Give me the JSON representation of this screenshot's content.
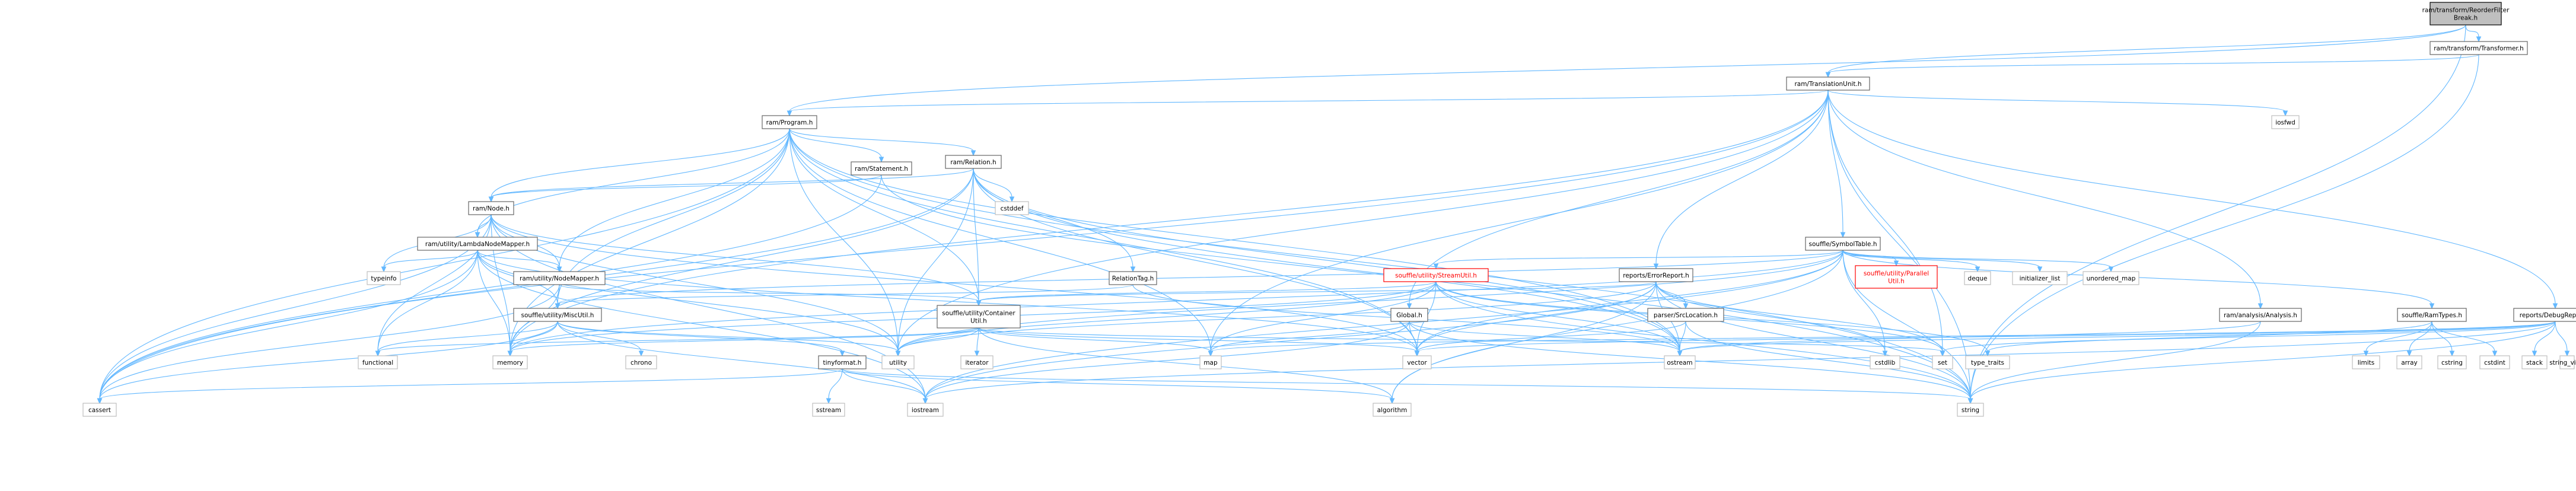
{
  "diagram_title": "",
  "colors": {
    "edge": "#63b8ff",
    "root_fill": "#bfbfbf",
    "documented_border": "#666666",
    "system_border": "#bfbfbf",
    "highlight_text": "#ff0000"
  },
  "nodes": [
    {
      "id": "root",
      "lines": [
        "ram/transform/ReorderFilter",
        "Break.h"
      ],
      "kind": "root"
    },
    {
      "id": "transformer",
      "lines": [
        "ram/transform/Transformer.h"
      ],
      "kind": "doc"
    },
    {
      "id": "tu",
      "lines": [
        "ram/TranslationUnit.h"
      ],
      "kind": "doc"
    },
    {
      "id": "program",
      "lines": [
        "ram/Program.h"
      ],
      "kind": "doc"
    },
    {
      "id": "iosfwd",
      "lines": [
        "iosfwd"
      ],
      "kind": "sys"
    },
    {
      "id": "statement",
      "lines": [
        "ram/Statement.h"
      ],
      "kind": "doc"
    },
    {
      "id": "relation",
      "lines": [
        "ram/Relation.h"
      ],
      "kind": "doc"
    },
    {
      "id": "node",
      "lines": [
        "ram/Node.h"
      ],
      "kind": "doc"
    },
    {
      "id": "cstddef",
      "lines": [
        "cstddef"
      ],
      "kind": "sys"
    },
    {
      "id": "lambdamapper",
      "lines": [
        "ram/utility/LambdaNodeMapper.h"
      ],
      "kind": "doc"
    },
    {
      "id": "symboltable",
      "lines": [
        "souffle/SymbolTable.h"
      ],
      "kind": "doc"
    },
    {
      "id": "typeinfo",
      "lines": [
        "typeinfo"
      ],
      "kind": "sys"
    },
    {
      "id": "nodemapper",
      "lines": [
        "ram/utility/NodeMapper.h"
      ],
      "kind": "doc"
    },
    {
      "id": "relationtag",
      "lines": [
        "RelationTag.h"
      ],
      "kind": "doc"
    },
    {
      "id": "streamutil",
      "lines": [
        "souffle/utility/StreamUtil.h"
      ],
      "kind": "red"
    },
    {
      "id": "errorreport",
      "lines": [
        "reports/ErrorReport.h"
      ],
      "kind": "doc"
    },
    {
      "id": "parallelutil",
      "lines": [
        "souffle/utility/Parallel",
        "Util.h"
      ],
      "kind": "red"
    },
    {
      "id": "deque",
      "lines": [
        "deque"
      ],
      "kind": "sys"
    },
    {
      "id": "initlist",
      "lines": [
        "initializer_list"
      ],
      "kind": "sys"
    },
    {
      "id": "unordmap",
      "lines": [
        "unordered_map"
      ],
      "kind": "sys"
    },
    {
      "id": "miscutil",
      "lines": [
        "souffle/utility/MiscUtil.h"
      ],
      "kind": "doc"
    },
    {
      "id": "containerutil",
      "lines": [
        "souffle/utility/Container",
        "Util.h"
      ],
      "kind": "doc"
    },
    {
      "id": "global",
      "lines": [
        "Global.h"
      ],
      "kind": "doc"
    },
    {
      "id": "srclocation",
      "lines": [
        "parser/SrcLocation.h"
      ],
      "kind": "doc"
    },
    {
      "id": "analysis",
      "lines": [
        "ram/analysis/Analysis.h"
      ],
      "kind": "doc"
    },
    {
      "id": "ramtypes",
      "lines": [
        "souffle/RamTypes.h"
      ],
      "kind": "doc"
    },
    {
      "id": "debugreport",
      "lines": [
        "reports/DebugReport.h"
      ],
      "kind": "doc"
    },
    {
      "id": "tinyformat",
      "lines": [
        "tinyformat.h"
      ],
      "kind": "doc"
    },
    {
      "id": "chrono",
      "lines": [
        "chrono"
      ],
      "kind": "sys"
    },
    {
      "id": "functional",
      "lines": [
        "functional"
      ],
      "kind": "sys"
    },
    {
      "id": "memory",
      "lines": [
        "memory"
      ],
      "kind": "sys"
    },
    {
      "id": "utility",
      "lines": [
        "utility"
      ],
      "kind": "sys"
    },
    {
      "id": "iterator",
      "lines": [
        "iterator"
      ],
      "kind": "sys"
    },
    {
      "id": "map",
      "lines": [
        "map"
      ],
      "kind": "sys"
    },
    {
      "id": "vector",
      "lines": [
        "vector"
      ],
      "kind": "sys"
    },
    {
      "id": "ostream",
      "lines": [
        "ostream"
      ],
      "kind": "sys"
    },
    {
      "id": "cstdlib",
      "lines": [
        "cstdlib"
      ],
      "kind": "sys"
    },
    {
      "id": "set",
      "lines": [
        "set"
      ],
      "kind": "sys"
    },
    {
      "id": "type_traits",
      "lines": [
        "type_traits"
      ],
      "kind": "sys"
    },
    {
      "id": "limits",
      "lines": [
        "limits"
      ],
      "kind": "sys"
    },
    {
      "id": "array",
      "lines": [
        "array"
      ],
      "kind": "sys"
    },
    {
      "id": "cstring",
      "lines": [
        "cstring"
      ],
      "kind": "sys"
    },
    {
      "id": "cstdint",
      "lines": [
        "cstdint"
      ],
      "kind": "sys"
    },
    {
      "id": "stack",
      "lines": [
        "stack"
      ],
      "kind": "sys"
    },
    {
      "id": "string_view",
      "lines": [
        "string_view"
      ],
      "kind": "sys"
    },
    {
      "id": "cassert",
      "lines": [
        "cassert"
      ],
      "kind": "sys"
    },
    {
      "id": "sstream",
      "lines": [
        "sstream"
      ],
      "kind": "sys"
    },
    {
      "id": "iostream",
      "lines": [
        "iostream"
      ],
      "kind": "sys"
    },
    {
      "id": "algorithm",
      "lines": [
        "algorithm"
      ],
      "kind": "sys"
    },
    {
      "id": "string",
      "lines": [
        "string"
      ],
      "kind": "sys"
    }
  ],
  "edges": [
    [
      "root",
      "transformer"
    ],
    [
      "root",
      "tu"
    ],
    [
      "root",
      "program"
    ],
    [
      "root",
      "string"
    ],
    [
      "transformer",
      "tu"
    ],
    [
      "transformer",
      "string"
    ],
    [
      "tu",
      "program"
    ],
    [
      "tu",
      "iosfwd"
    ],
    [
      "tu",
      "symboltable"
    ],
    [
      "tu",
      "errorreport"
    ],
    [
      "tu",
      "global"
    ],
    [
      "tu",
      "analysis"
    ],
    [
      "tu",
      "debugreport"
    ],
    [
      "tu",
      "memory"
    ],
    [
      "tu",
      "utility"
    ],
    [
      "tu",
      "map"
    ],
    [
      "tu",
      "set"
    ],
    [
      "tu",
      "string"
    ],
    [
      "tu",
      "cassert"
    ],
    [
      "program",
      "statement"
    ],
    [
      "program",
      "relation"
    ],
    [
      "program",
      "node"
    ],
    [
      "program",
      "lambdamapper"
    ],
    [
      "program",
      "nodemapper"
    ],
    [
      "program",
      "miscutil"
    ],
    [
      "program",
      "containerutil"
    ],
    [
      "program",
      "memory"
    ],
    [
      "program",
      "utility"
    ],
    [
      "program",
      "map"
    ],
    [
      "program",
      "vector"
    ],
    [
      "program",
      "ostream"
    ],
    [
      "program",
      "string"
    ],
    [
      "program",
      "cassert"
    ],
    [
      "statement",
      "node"
    ],
    [
      "statement",
      "cassert"
    ],
    [
      "statement",
      "ostream"
    ],
    [
      "relation",
      "node"
    ],
    [
      "relation",
      "relationtag"
    ],
    [
      "relation",
      "containerutil"
    ],
    [
      "relation",
      "cstddef"
    ],
    [
      "relation",
      "memory"
    ],
    [
      "relation",
      "utility"
    ],
    [
      "relation",
      "vector"
    ],
    [
      "relation",
      "ostream"
    ],
    [
      "relation",
      "string"
    ],
    [
      "relation",
      "cassert"
    ],
    [
      "node",
      "lambdamapper"
    ],
    [
      "node",
      "nodemapper"
    ],
    [
      "node",
      "containerutil"
    ],
    [
      "node",
      "typeinfo"
    ],
    [
      "node",
      "functional"
    ],
    [
      "node",
      "memory"
    ],
    [
      "node",
      "utility"
    ],
    [
      "node",
      "vector"
    ],
    [
      "node",
      "iostream"
    ],
    [
      "node",
      "cassert"
    ],
    [
      "lambdamapper",
      "nodemapper"
    ],
    [
      "lambdamapper",
      "miscutil"
    ],
    [
      "lambdamapper",
      "typeinfo"
    ],
    [
      "lambdamapper",
      "functional"
    ],
    [
      "lambdamapper",
      "memory"
    ],
    [
      "lambdamapper",
      "utility"
    ],
    [
      "lambdamapper",
      "vector"
    ],
    [
      "lambdamapper",
      "iostream"
    ],
    [
      "lambdamapper",
      "cassert"
    ],
    [
      "nodemapper",
      "miscutil"
    ],
    [
      "nodemapper",
      "containerutil"
    ],
    [
      "nodemapper",
      "memory"
    ],
    [
      "nodemapper",
      "cassert"
    ],
    [
      "relationtag",
      "miscutil"
    ],
    [
      "relationtag",
      "ostream"
    ],
    [
      "symboltable",
      "miscutil"
    ],
    [
      "symboltable",
      "parallelutil"
    ],
    [
      "symboltable",
      "ramtypes"
    ],
    [
      "symboltable",
      "streamutil"
    ],
    [
      "symboltable",
      "deque"
    ],
    [
      "symboltable",
      "initlist"
    ],
    [
      "symboltable",
      "unordmap"
    ],
    [
      "symboltable",
      "memory"
    ],
    [
      "symboltable",
      "vector"
    ],
    [
      "symboltable",
      "iostream"
    ],
    [
      "symboltable",
      "string"
    ],
    [
      "symboltable",
      "algorithm"
    ],
    [
      "symboltable",
      "cstdlib"
    ],
    [
      "symboltable",
      "utility"
    ],
    [
      "streamutil",
      "containerutil"
    ],
    [
      "streamutil",
      "map"
    ],
    [
      "streamutil",
      "memory"
    ],
    [
      "streamutil",
      "ostream"
    ],
    [
      "streamutil",
      "set"
    ],
    [
      "streamutil",
      "string"
    ],
    [
      "streamutil",
      "type_traits"
    ],
    [
      "streamutil",
      "utility"
    ],
    [
      "streamutil",
      "vector"
    ],
    [
      "errorreport",
      "srclocation"
    ],
    [
      "errorreport",
      "containerutil"
    ],
    [
      "errorreport",
      "algorithm"
    ],
    [
      "errorreport",
      "cstdlib"
    ],
    [
      "errorreport",
      "iostream"
    ],
    [
      "errorreport",
      "ostream"
    ],
    [
      "errorreport",
      "set"
    ],
    [
      "errorreport",
      "string"
    ],
    [
      "errorreport",
      "utility"
    ],
    [
      "errorreport",
      "vector"
    ],
    [
      "miscutil",
      "tinyformat"
    ],
    [
      "miscutil",
      "chrono"
    ],
    [
      "miscutil",
      "functional"
    ],
    [
      "miscutil",
      "memory"
    ],
    [
      "miscutil",
      "utility"
    ],
    [
      "miscutil",
      "cassert"
    ],
    [
      "miscutil",
      "iostream"
    ],
    [
      "containerutil",
      "iterator"
    ],
    [
      "containerutil",
      "map"
    ],
    [
      "containerutil",
      "memory"
    ],
    [
      "containerutil",
      "set"
    ],
    [
      "containerutil",
      "utility"
    ],
    [
      "containerutil",
      "vector"
    ],
    [
      "containerutil",
      "algorithm"
    ],
    [
      "containerutil",
      "functional"
    ],
    [
      "global",
      "map"
    ],
    [
      "global",
      "ostream"
    ],
    [
      "global",
      "string"
    ],
    [
      "global",
      "vector"
    ],
    [
      "global",
      "iostream"
    ],
    [
      "srclocation",
      "string"
    ],
    [
      "srclocation",
      "vector"
    ],
    [
      "srclocation",
      "ostream"
    ],
    [
      "analysis",
      "ostream"
    ],
    [
      "analysis",
      "string"
    ],
    [
      "ramtypes",
      "array"
    ],
    [
      "ramtypes",
      "cstdint"
    ],
    [
      "ramtypes",
      "cstring"
    ],
    [
      "ramtypes",
      "limits"
    ],
    [
      "ramtypes",
      "type_traits"
    ],
    [
      "debugreport",
      "stack"
    ],
    [
      "debugreport",
      "string_view"
    ],
    [
      "debugreport",
      "map"
    ],
    [
      "debugreport",
      "ostream"
    ],
    [
      "debugreport",
      "set"
    ],
    [
      "debugreport",
      "string"
    ],
    [
      "debugreport",
      "vector"
    ],
    [
      "debugreport",
      "iostream"
    ],
    [
      "tinyformat",
      "sstream"
    ],
    [
      "tinyformat",
      "cassert"
    ],
    [
      "tinyformat",
      "iostream"
    ],
    [
      "tinyformat",
      "algorithm"
    ],
    [
      "tinyformat",
      "string"
    ]
  ]
}
